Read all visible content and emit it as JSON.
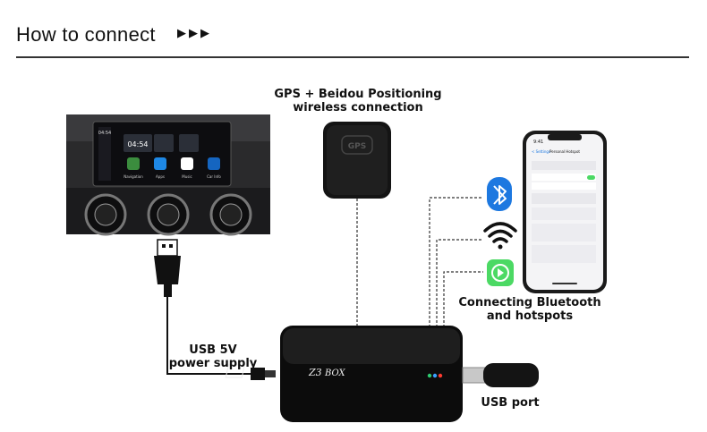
{
  "header": {
    "title": "How to connect",
    "arrows": "▶▶▶"
  },
  "labels": {
    "gps_line1": "GPS + Beidou Positioning",
    "gps_line2": "wireless connection",
    "bt_line1": "Connecting Bluetooth",
    "bt_line2": "and hotspots",
    "usb_power_line1": "USB 5V",
    "usb_power_line2": "power supply",
    "usb_port": "USB port"
  },
  "device": {
    "brand_left": "Z3",
    "brand_right": "BOX"
  },
  "gps_module": {
    "text": "GPS"
  },
  "car_screen": {
    "clock_small": "04:54",
    "clock_big": "04:54",
    "apps": [
      "Navigation",
      "Apps",
      "Music",
      "Car Info"
    ]
  },
  "phone": {
    "time": "9:41",
    "back": "< Settings",
    "title": "Personal Hotspot"
  },
  "colors": {
    "bluetooth": "#1d78e0",
    "carplay": "#4cd964",
    "device_body": "#111111",
    "line": "#333333"
  }
}
